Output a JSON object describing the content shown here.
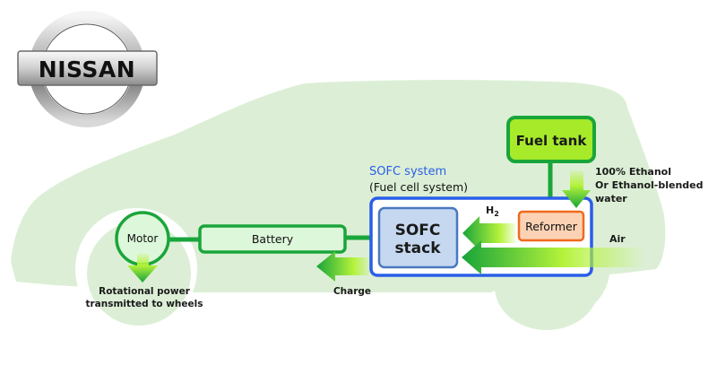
{
  "logo": {
    "brand": "NISSAN"
  },
  "diagram": {
    "components": {
      "fuel_tank": "Fuel tank",
      "sofc_system_title": "SOFC system",
      "sofc_system_subtitle": "(Fuel cell system)",
      "sofc_stack_line1": "SOFC",
      "sofc_stack_line2": "stack",
      "reformer": "Reformer",
      "battery": "Battery",
      "motor": "Motor"
    },
    "flows": {
      "fuel_input_line1": "100% Ethanol",
      "fuel_input_line2": "Or Ethanol-blended",
      "fuel_input_line3": "water",
      "hydrogen": "H",
      "hydrogen_subscript": "2",
      "air": "Air",
      "charge": "Charge",
      "output_line1": "Rotational power",
      "output_line2": "transmitted to wheels"
    }
  },
  "colors": {
    "car_silhouette": "#dcefd6",
    "connector_green": "#1aa53a",
    "fuel_tank_fill": "#a6ea2a",
    "sofc_box_border": "#2a5ee8",
    "sofc_title": "#2a5ee8",
    "stack_fill": "#c5d8f0",
    "stack_border": "#4a78c0",
    "reformer_fill": "#fbd2b4",
    "reformer_border": "#f06a1e",
    "battery_fill": "#ddf7da",
    "arrow_dark": "#17a43a",
    "arrow_light": "#b4f23a"
  }
}
